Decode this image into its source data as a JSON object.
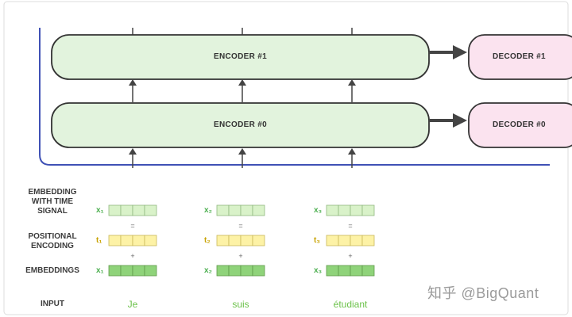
{
  "encoders": [
    {
      "label": "ENCODER #1"
    },
    {
      "label": "ENCODER #0"
    }
  ],
  "decoders": [
    {
      "label": "DECODER #1"
    },
    {
      "label": "DECODER #0"
    }
  ],
  "rows": {
    "embedding_time_signal": {
      "line1": "EMBEDDING",
      "line2": "WITH TIME",
      "line3": "SIGNAL"
    },
    "positional_encoding": {
      "line1": "POSITIONAL",
      "line2": "ENCODING"
    },
    "embeddings": {
      "line1": "EMBEDDINGS"
    },
    "input": {
      "line1": "INPUT"
    }
  },
  "operators": {
    "equals": "=",
    "plus": "+"
  },
  "columns": [
    {
      "x": "x₁",
      "t": "t₁",
      "word": "Je"
    },
    {
      "x": "x₂",
      "t": "t₂",
      "word": "suis"
    },
    {
      "x": "x₃",
      "t": "t₃",
      "word": "étudiant"
    }
  ],
  "watermark": "知乎 @BigQuant",
  "colors": {
    "encoder_fill": "#e2f3dd",
    "decoder_fill": "#fbe3ef",
    "frame_blue": "#3f51b5",
    "cell_light_green": "#d9f2c9",
    "cell_yellow": "#fdf2a6",
    "cell_green": "#8fd37a"
  }
}
